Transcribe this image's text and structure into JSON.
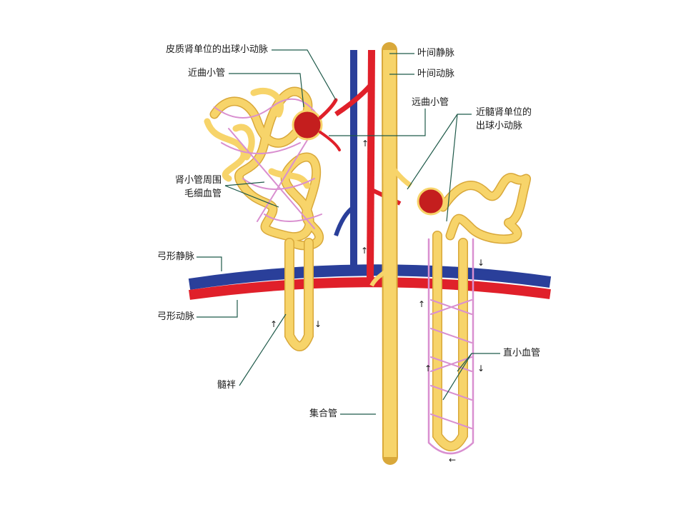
{
  "labels": {
    "cortical_efferent": "皮质肾单位的出球小动脉",
    "proximal_tubule": "近曲小管",
    "peritubular_line1": "肾小管周围",
    "peritubular_line2": "毛细血管",
    "arcuate_vein": "弓形静脉",
    "arcuate_artery": "弓形动脉",
    "loop_henle": "髓袢",
    "collecting_duct": "集合管",
    "interlobular_vein": "叶间静脉",
    "interlobular_artery": "叶间动脉",
    "distal_tubule": "远曲小管",
    "juxta_line1": "近髓肾单位的",
    "juxta_line2": "出球小动脉",
    "vasa_recta": "直小血管"
  },
  "colors": {
    "artery": "#e0202a",
    "vein": "#2a3f9a",
    "tubule": "#f7d46a",
    "tubule_edge": "#d9a83a",
    "capillary": "#d98fd0",
    "glomerulus": "#c41e1e",
    "leader": "#1f5a4a"
  }
}
